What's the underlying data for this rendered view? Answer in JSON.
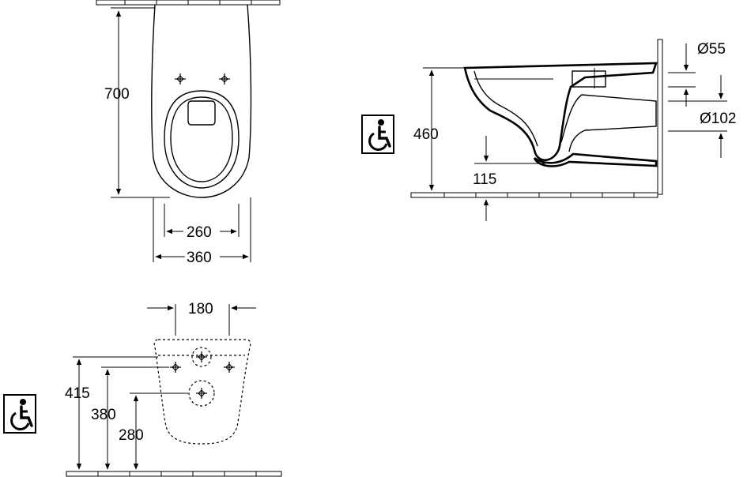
{
  "top_view": {
    "dim_length": "700",
    "dim_inner_width": "260",
    "dim_outer_width": "360"
  },
  "side_view": {
    "dim_height": "460",
    "dim_floor_offset": "115",
    "dim_pipe_small": "Ø55",
    "dim_pipe_large": "Ø102",
    "icon": "wheelchair-accessible-icon"
  },
  "wall_view": {
    "dim_hole_spacing": "180",
    "dim_415": "415",
    "dim_380": "380",
    "dim_280": "280",
    "icon": "wheelchair-accessible-icon"
  }
}
